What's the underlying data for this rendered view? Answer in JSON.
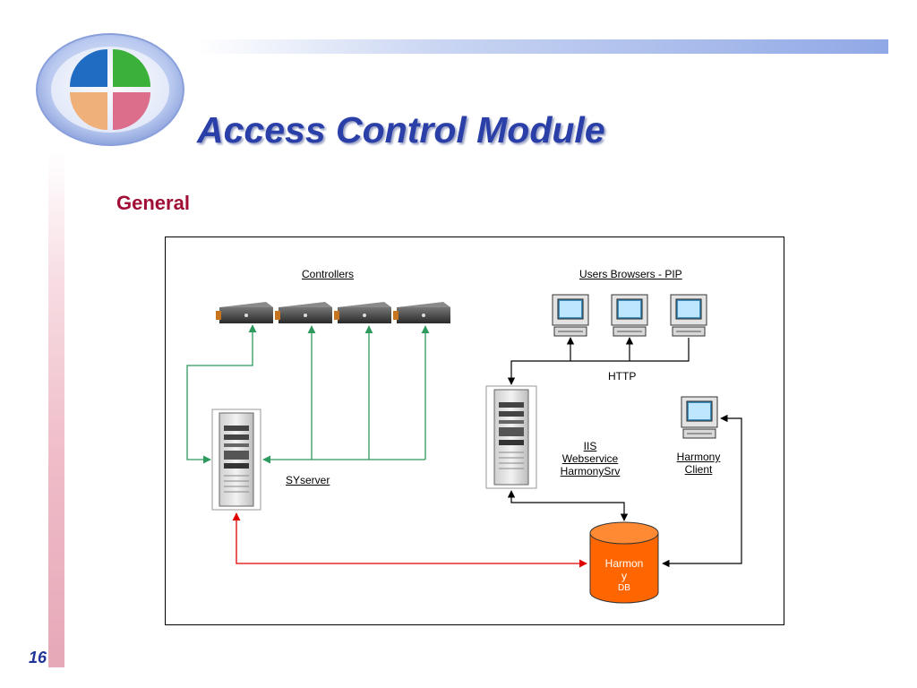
{
  "slide": {
    "title": "Access Control Module",
    "subtitle": "General",
    "page_number": "16"
  },
  "diagram": {
    "labels": {
      "controllers": "Controllers",
      "users_browsers": "Users Browsers - PIP",
      "http": "HTTP",
      "syserver": "SYserver",
      "iis_line1": "IIS",
      "iis_line2": "Webservice",
      "iis_line3": "HarmonySrv",
      "client_line1": "Harmony",
      "client_line2": "Client",
      "db_line1": "Harmon",
      "db_line2": "y",
      "db_line3": "DB"
    }
  },
  "colors": {
    "title": "#2a3fa8",
    "subtitle": "#a10e35",
    "green_link": "#2e9a5e",
    "red_link": "#e00000",
    "black_link": "#000000",
    "db_fill": "#ff6600"
  }
}
